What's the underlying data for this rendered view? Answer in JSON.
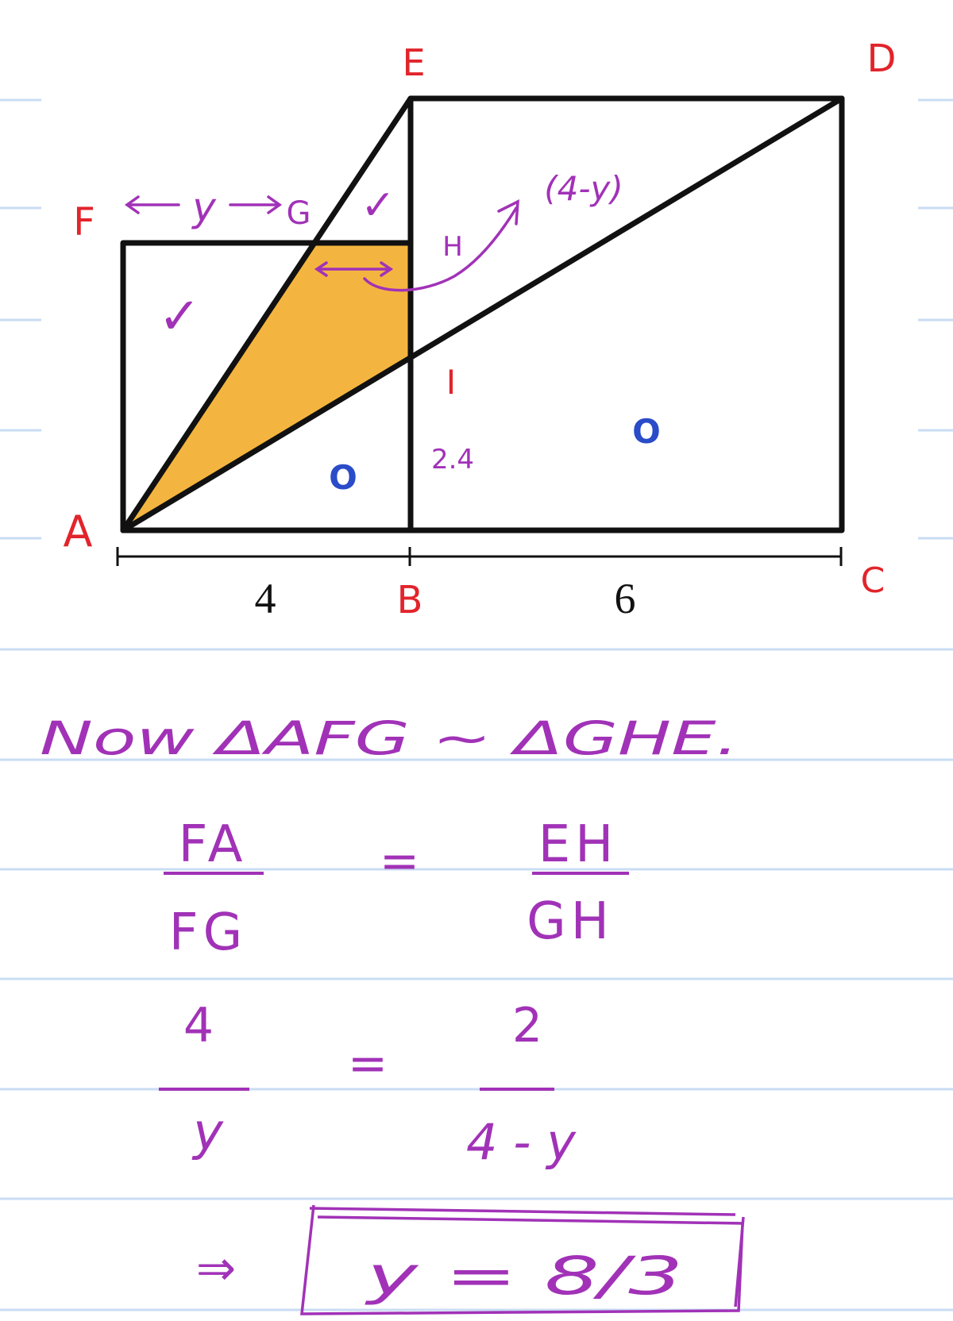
{
  "diagram": {
    "points": {
      "A": "A",
      "B": "B",
      "C": "C",
      "D": "D",
      "E": "E",
      "F": "F",
      "G": "G",
      "H": "H",
      "I": "I"
    },
    "fg_label": "y",
    "gh_label": "(4-y)",
    "bi_label": "2.4",
    "left_square_dim": "4",
    "right_square_dim": "6",
    "check_mark": "✓",
    "circle_mark": "O",
    "colors": {
      "shaded_region": "#f4b540",
      "outline": "#111111",
      "point_labels": "#e2242b",
      "annotations": "#a132b7",
      "circle_marks": "#2b4cc8",
      "ruled_lines": "#c9dcf3"
    }
  },
  "notes": {
    "line1": "Now ΔAFG ~ ΔGHE.",
    "eq1": {
      "lhs_num": "FA",
      "lhs_den": "FG",
      "rhs_num": "EH",
      "rhs_den": "GH"
    },
    "eq2": {
      "lhs_num": "4",
      "lhs_den": "y",
      "rhs_num": "2",
      "rhs_den": "4 - y"
    },
    "implies": "⇒",
    "answer": "y = 8/3",
    "equals": "="
  }
}
